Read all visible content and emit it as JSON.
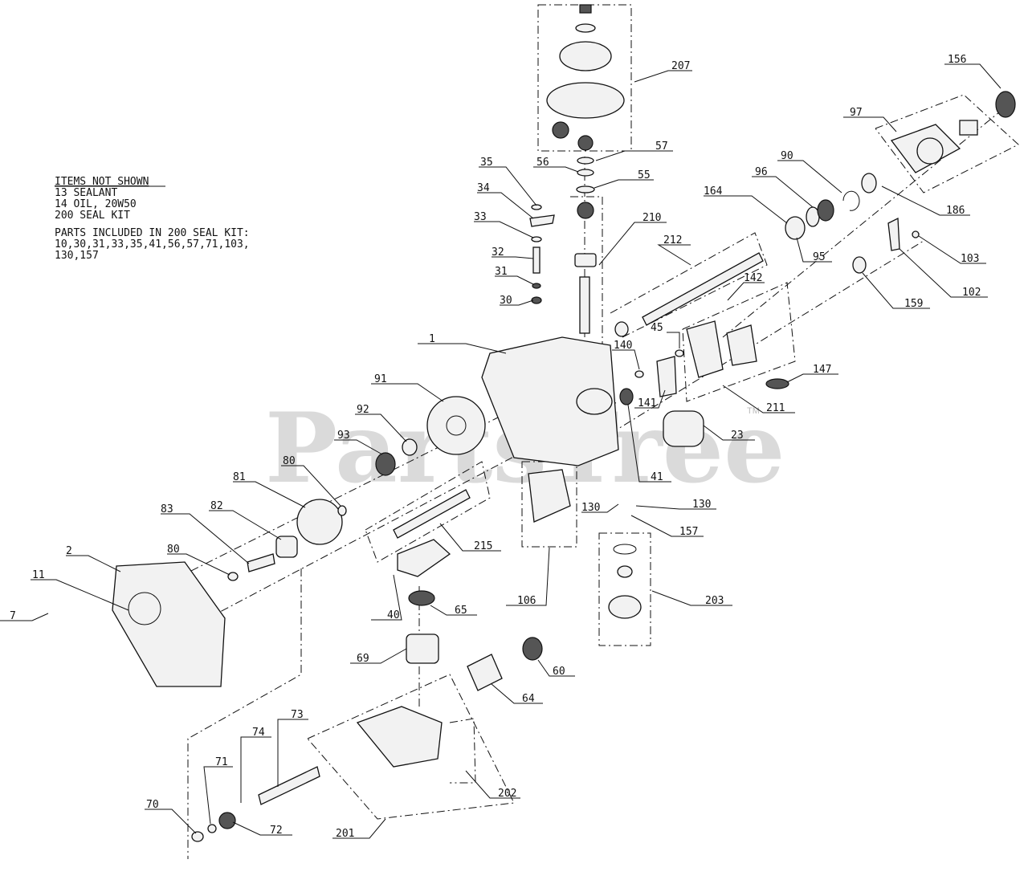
{
  "watermark": {
    "text": "PartsTree",
    "tm": "TM"
  },
  "notes": {
    "title": "ITEMS NOT SHOWN",
    "lines": [
      "13 SEALANT",
      "14 OIL, 20W50",
      "200 SEAL KIT",
      "",
      "PARTS INCLUDED IN 200 SEAL KIT:",
      "10,30,31,33,35,41,56,57,71,103,",
      "130,157"
    ]
  },
  "callouts": [
    "207",
    "57",
    "56",
    "55",
    "35",
    "34",
    "33",
    "210",
    "32",
    "212",
    "31",
    "30",
    "1",
    "164",
    "96",
    "90",
    "97",
    "156",
    "95",
    "186",
    "103",
    "102",
    "159",
    "142",
    "45",
    "140",
    "141",
    "211",
    "147",
    "23",
    "41",
    "91",
    "92",
    "93",
    "80",
    "81",
    "83",
    "82",
    "80",
    "2",
    "11",
    "7",
    "215",
    "130",
    "130",
    "157",
    "106",
    "203",
    "40",
    "65",
    "69",
    "60",
    "64",
    "73",
    "74",
    "71",
    "70",
    "72",
    "201",
    "202"
  ]
}
